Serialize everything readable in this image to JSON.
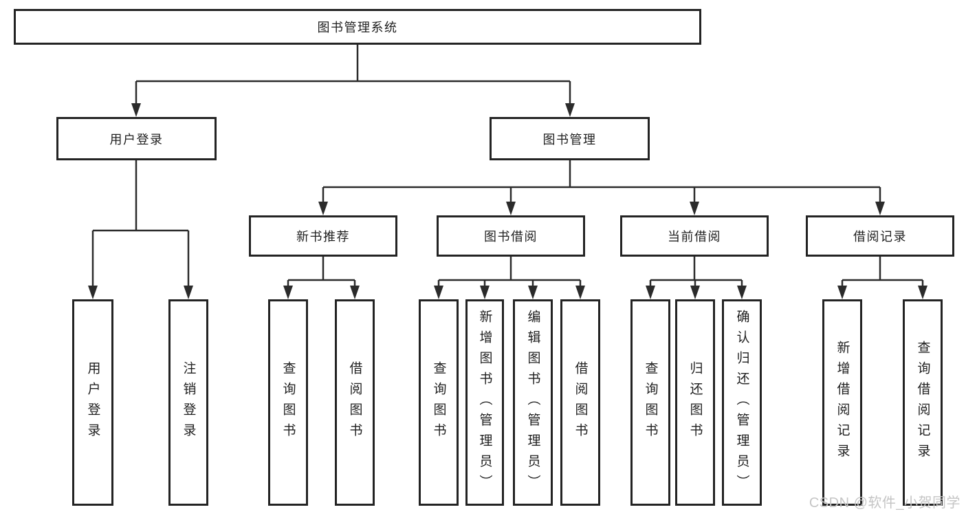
{
  "tree": {
    "label": "图书管理系统",
    "children": [
      {
        "label": "用户登录",
        "children": [
          {
            "label": "用户登录"
          },
          {
            "label": "注销登录"
          }
        ]
      },
      {
        "label": "图书管理",
        "children": [
          {
            "label": "新书推荐",
            "children": [
              {
                "label": "查询图书"
              },
              {
                "label": "借阅图书"
              }
            ]
          },
          {
            "label": "图书借阅",
            "children": [
              {
                "label": "查询图书"
              },
              {
                "label": "新增图书（管理员）"
              },
              {
                "label": "编辑图书（管理员）"
              },
              {
                "label": "借阅图书"
              }
            ]
          },
          {
            "label": "当前借阅",
            "children": [
              {
                "label": "查询图书"
              },
              {
                "label": "归还图书"
              },
              {
                "label": "确认归还（管理员）"
              }
            ]
          },
          {
            "label": "借阅记录",
            "children": [
              {
                "label": "新增借阅记录"
              },
              {
                "label": "查询借阅记录"
              }
            ]
          }
        ]
      }
    ]
  },
  "watermark": "CSDN @软件_小贺同学",
  "colors": {
    "line": "#2b2b2b",
    "border": "#232323",
    "text": "#1f1f1f",
    "watermark": "#c5c5c5",
    "background": "#ffffff"
  }
}
